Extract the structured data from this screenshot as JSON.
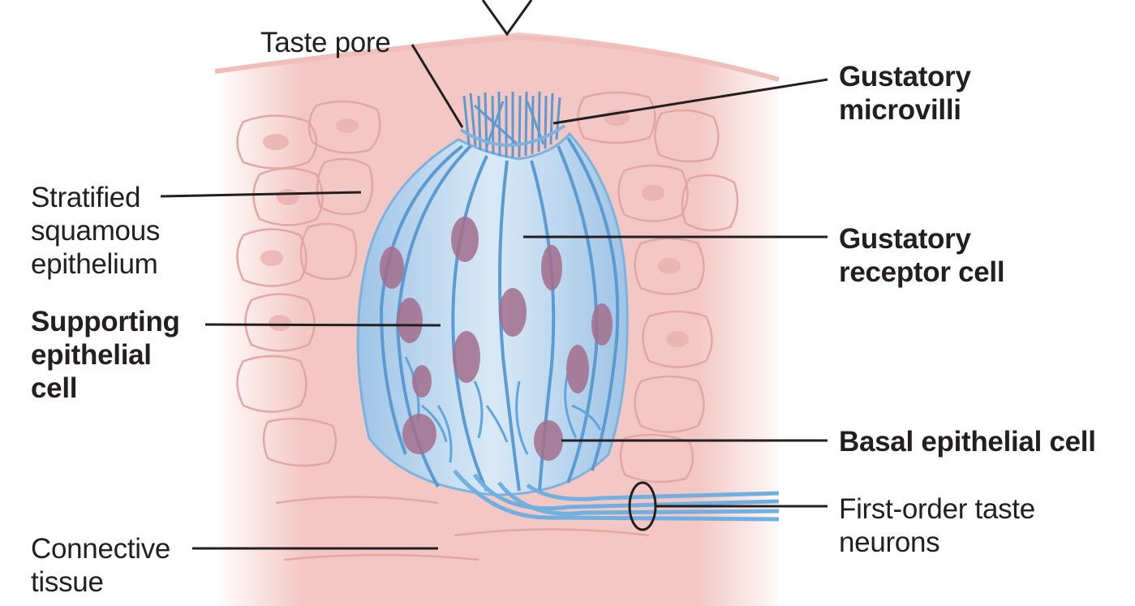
{
  "figure": {
    "labels": {
      "taste_pore": [
        "Taste pore"
      ],
      "gustatory_microvilli": [
        "Gustatory",
        "microvilli"
      ],
      "stratified_squamous_epithelium": [
        "Stratified",
        "squamous",
        "epithelium"
      ],
      "gustatory_receptor_cell": [
        "Gustatory",
        "receptor cell"
      ],
      "supporting_epithelial_cell": [
        "Supporting",
        "epithelial",
        "cell"
      ],
      "basal_epithelial_cell": [
        "Basal epithelial cell"
      ],
      "first_order_taste_neurons": [
        "First-order taste",
        "neurons"
      ],
      "connective_tissue": [
        "Connective",
        "tissue"
      ]
    },
    "colors": {
      "tissue": "#f3c8c4",
      "cell_outline": "#e2a5a4",
      "taste_bud_cells": "#bcd7ee",
      "cell_edges": "#5e9ed4",
      "nuclei": "#a5728e",
      "label_text": "#231f20"
    }
  }
}
